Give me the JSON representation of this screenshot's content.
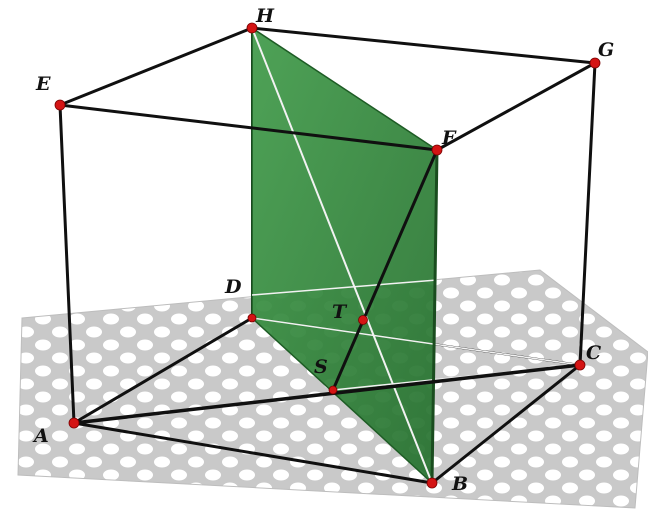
{
  "points": {
    "H": "H",
    "G": "G",
    "E": "E",
    "F": "F",
    "D": "D",
    "T": "T",
    "C": "C",
    "S": "S",
    "A": "A",
    "B": "B"
  },
  "colors": {
    "plane": "#c9c9c9",
    "plane_holes": "#ffffff",
    "section": "#2f8a3a",
    "edges": "#101010",
    "vertices": "#d41414"
  }
}
